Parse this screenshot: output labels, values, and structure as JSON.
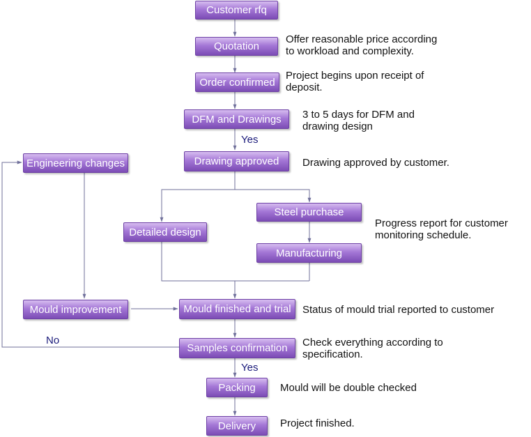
{
  "diagram": {
    "steps": {
      "customer_rfq": "Customer rfq",
      "quotation": "Quotation",
      "order_confirmed": "Order confirmed",
      "dfm_drawings": "DFM and Drawings",
      "drawing_approved": "Drawing approved",
      "engineering_changes": "Engineering changes",
      "steel_purchase": "Steel purchase",
      "detailed_design": "Detailed design",
      "manufacturing": "Manufacturing",
      "mould_improvement": "Mould improvement",
      "mould_finished_trial": "Mould finished and trial",
      "samples_confirmation": "Samples confirmation",
      "packing": "Packing",
      "delivery": "Delivery"
    },
    "notes": {
      "quotation": [
        "Offer reasonable price according",
        "to workload and complexity."
      ],
      "order_confirmed": [
        "Project begins upon receipt of",
        "deposit."
      ],
      "dfm": [
        "3 to 5 days for DFM and",
        "drawing design"
      ],
      "drawing_approved": "Drawing approved by customer.",
      "progress": [
        "Progress report for customer",
        "monitoring schedule."
      ],
      "trial": "Status of mould trial reported to customer",
      "samples": [
        "Check everything according to",
        "specification."
      ],
      "packing": "Mould will be double checked",
      "delivery": "Project finished."
    },
    "edge_labels": {
      "yes_dfm": "Yes",
      "no_samples": "No",
      "yes_samples": "Yes"
    }
  }
}
